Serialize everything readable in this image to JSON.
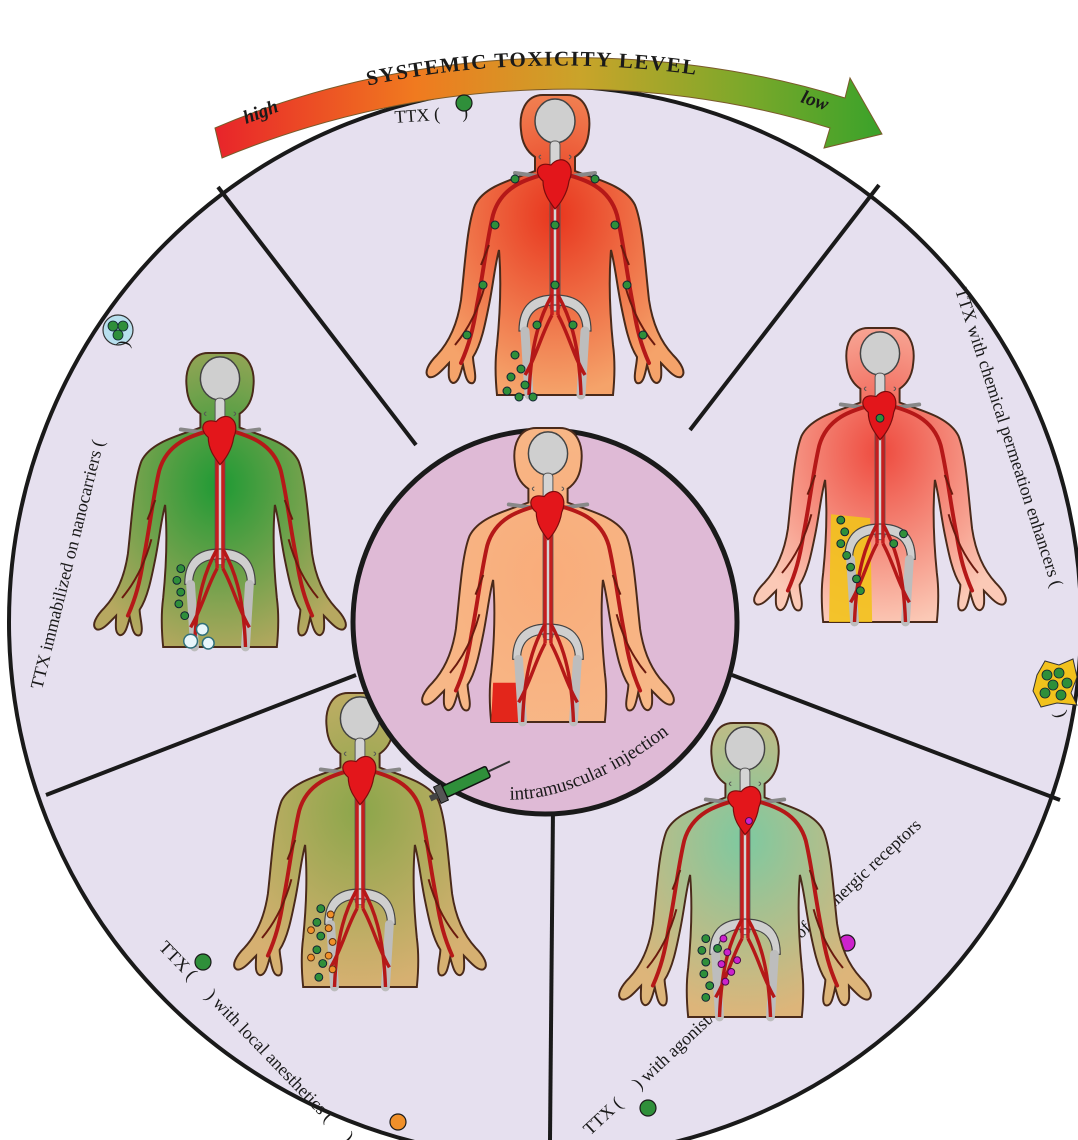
{
  "arrow": {
    "title": "SYSTEMIC TOXICITY LEVEL",
    "high": "high",
    "low": "low",
    "gradient": [
      "#e8242a",
      "#f07a1f",
      "#c9a42a",
      "#7aa82a",
      "#3aa22a"
    ]
  },
  "center": {
    "label": "intramuscular injection",
    "fill": "#dfbad6",
    "icon": "syringe-icon"
  },
  "segments": [
    {
      "id": "ttx",
      "prefix": "TTX (",
      "suffix": ")",
      "marker": "green-dot",
      "body_tone": "#f28a55"
    },
    {
      "id": "chemical",
      "text": "TTX with chemical permeation enhancers (",
      "suffix": ")",
      "marker": "enhancer-cluster",
      "body_tone": "#f7b4a2"
    },
    {
      "id": "adrenergic",
      "prefix": "TTX (",
      "middle": ") with agonist/antagonist (",
      "suffix": ") of adrenergic receptors",
      "marker": "green-dot",
      "marker2": "magenta-dot",
      "body_tone": "#d9b57c"
    },
    {
      "id": "anesthetics",
      "prefix": "TTX (",
      "middle": ") with local anesthetics (",
      "suffix": ")",
      "marker": "green-dot",
      "marker2": "orange-dot",
      "body_tone": "#c9a866"
    },
    {
      "id": "nanocarriers",
      "text": "TTX immabilized on nanocarriers (",
      "suffix": ")",
      "marker": "nanocarrier",
      "body_tone": "#2f9a3a"
    }
  ],
  "colors": {
    "segment_bg": "#e6e0ef",
    "outline": "#1a1a1a",
    "vessel": "#c41e1e",
    "heart": "#e3161b",
    "bone": "#c8c8c8",
    "ttx": "#2f8f3a",
    "anesthetic": "#f0902a",
    "adrenergic": "#cc22cc"
  }
}
